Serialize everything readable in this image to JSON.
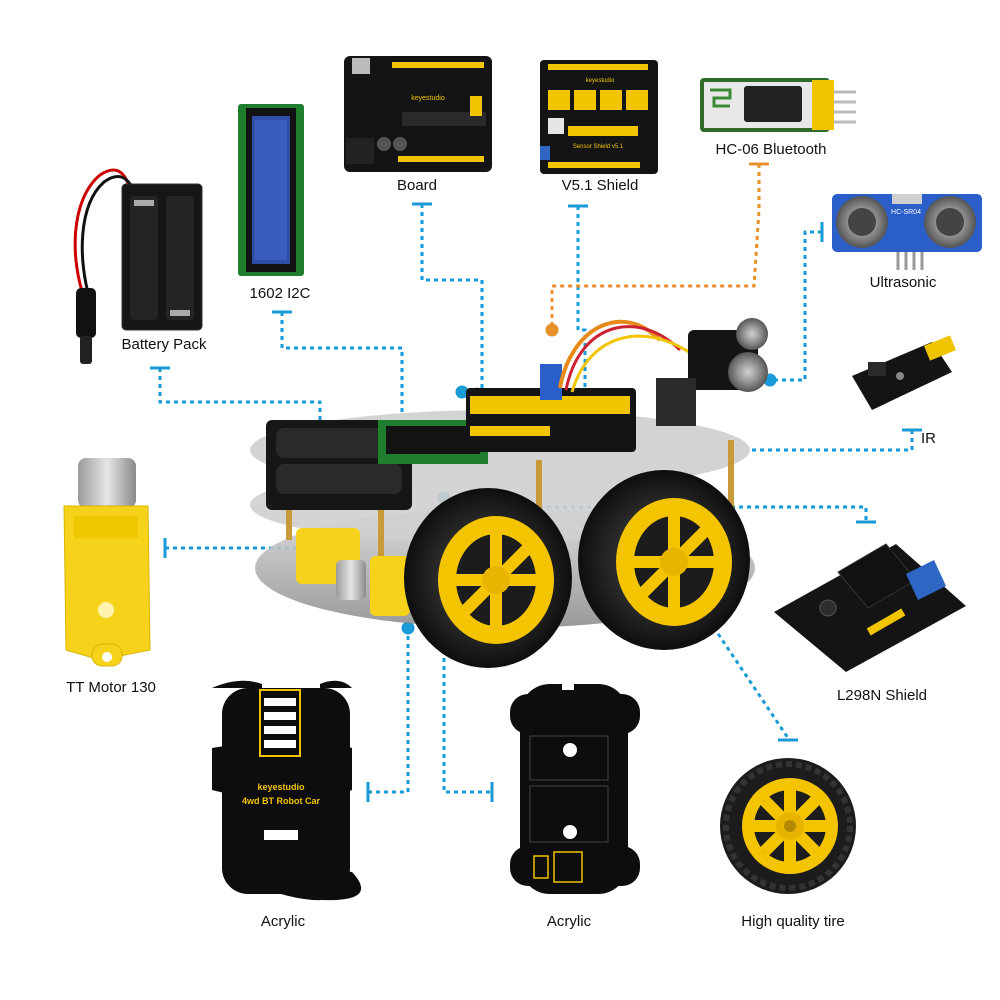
{
  "labels": {
    "board": "Board",
    "shield": "V5.1 Shield",
    "bluetooth": "HC-06 Bluetooth",
    "lcd": "1602 I2C",
    "battery": "Battery Pack",
    "ultrasonic": "Ultrasonic",
    "ir": "IR",
    "motor": "TT Motor 130",
    "l298n": "L298N Shield",
    "acrylic1": "Acrylic",
    "acrylic2": "Acrylic",
    "tire": "High quality tire"
  },
  "board_texts": {
    "brand": "keyestudio",
    "plate_title": "4wd BT Robot Car",
    "ultrasonic_model": "HC-SR04",
    "shield_marking": "Sensor Shield v5.1"
  },
  "colors": {
    "connector_blue": "#1a9ad6",
    "connector_orange": "#e8912a",
    "pcb_black": "#141414",
    "header_yellow": "#f2c400",
    "wheel_yellow": "#f5c400",
    "tire_black": "#1c1c1c",
    "lcd_blue": "#2f4ea8",
    "motor_yellow": "#f7d21a",
    "acrylic_black": "#0d0d0d",
    "chassis_grey": "#b9b9b9"
  }
}
